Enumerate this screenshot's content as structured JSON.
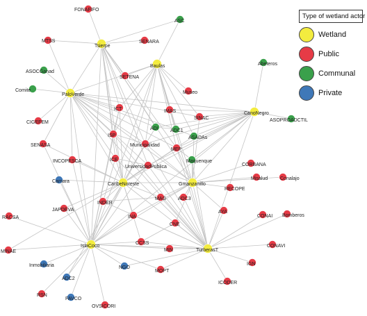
{
  "colors": {
    "Wetland": "#f3ec3f",
    "Public": "#e63b46",
    "Communal": "#3aa04b",
    "Private": "#3f78b8"
  },
  "legend": {
    "title": "Type of wetland actor",
    "items": [
      {
        "label": "Wetland",
        "type": "Wetland"
      },
      {
        "label": "Public",
        "type": "Public"
      },
      {
        "label": "Communal",
        "type": "Communal"
      },
      {
        "label": "Private",
        "type": "Private"
      }
    ]
  },
  "nodes": [
    {
      "id": "Tsierpe",
      "type": "Wetland"
    },
    {
      "id": "Baulas",
      "type": "Wetland"
    },
    {
      "id": "PaloVerde",
      "type": "Wetland"
    },
    {
      "id": "CanoNegro",
      "type": "Wetland"
    },
    {
      "id": "CaribeNoreste",
      "type": "Wetland"
    },
    {
      "id": "Gmanzanillo",
      "type": "Wetland"
    },
    {
      "id": "IslaCoco",
      "type": "Wetland"
    },
    {
      "id": "TurberasT",
      "type": "Wetland"
    },
    {
      "id": "FONAFIFO",
      "type": "Public"
    },
    {
      "id": "MTSS",
      "type": "Public"
    },
    {
      "id": "SENARA",
      "type": "Public"
    },
    {
      "id": "SETENA",
      "type": "Public"
    },
    {
      "id": "Museo",
      "type": "Public"
    },
    {
      "id": "CIGEFEM",
      "type": "Public"
    },
    {
      "id": "ICT",
      "type": "Public"
    },
    {
      "id": "IMAS",
      "type": "Public"
    },
    {
      "id": "SINAC",
      "type": "Public"
    },
    {
      "id": "SENASA",
      "type": "Public"
    },
    {
      "id": "ISP",
      "type": "Public"
    },
    {
      "id": "Municipalidad",
      "type": "Public"
    },
    {
      "id": "MEP",
      "type": "Public"
    },
    {
      "id": "INCOPESCA",
      "type": "Public"
    },
    {
      "id": "ICE",
      "type": "Public"
    },
    {
      "id": "UniversidadPublica",
      "type": "Public"
    },
    {
      "id": "CORBANA",
      "type": "Public"
    },
    {
      "id": "Misalud",
      "type": "Public"
    },
    {
      "id": "RECOPE",
      "type": "Public"
    },
    {
      "id": "Conalajo",
      "type": "Public"
    },
    {
      "id": "INDER",
      "type": "Public"
    },
    {
      "id": "MAG",
      "type": "Public"
    },
    {
      "id": "ADC3",
      "type": "Public"
    },
    {
      "id": "JAPDEVA",
      "type": "Public"
    },
    {
      "id": "INA",
      "type": "Public"
    },
    {
      "id": "AYA",
      "type": "Public"
    },
    {
      "id": "CONAI",
      "type": "Public"
    },
    {
      "id": "Bomberos",
      "type": "Public"
    },
    {
      "id": "RACSA",
      "type": "Public"
    },
    {
      "id": "CNE",
      "type": "Public"
    },
    {
      "id": "CCSS",
      "type": "Public"
    },
    {
      "id": "MINAE",
      "type": "Public"
    },
    {
      "id": "MIN",
      "type": "Public"
    },
    {
      "id": "CONAVI",
      "type": "Public"
    },
    {
      "id": "IGN",
      "type": "Public"
    },
    {
      "id": "MOPT",
      "type": "Public"
    },
    {
      "id": "ICODER",
      "type": "Public"
    },
    {
      "id": "RSN",
      "type": "Public"
    },
    {
      "id": "OVSICORI",
      "type": "Public"
    },
    {
      "id": "ASC",
      "type": "Communal"
    },
    {
      "id": "Abeteros",
      "type": "Communal"
    },
    {
      "id": "ASOCGanad",
      "type": "Communal"
    },
    {
      "id": "Comite",
      "type": "Communal"
    },
    {
      "id": "ADI",
      "type": "Communal"
    },
    {
      "id": "ADC1",
      "type": "Communal"
    },
    {
      "id": "ASADAs",
      "type": "Communal"
    },
    {
      "id": "ASOPROADCTIL",
      "type": "Communal"
    },
    {
      "id": "Maquenque",
      "type": "Communal"
    },
    {
      "id": "Camara",
      "type": "Private"
    },
    {
      "id": "Inmobiliaria",
      "type": "Private"
    },
    {
      "id": "NGO",
      "type": "Private"
    },
    {
      "id": "ADC2",
      "type": "Private"
    },
    {
      "id": "FAVCO",
      "type": "Private"
    }
  ],
  "edges": [
    [
      "Tsierpe",
      "FONAFIFO"
    ],
    [
      "Tsierpe",
      "MTSS"
    ],
    [
      "Tsierpe",
      "SENARA"
    ],
    [
      "Tsierpe",
      "ASC"
    ],
    [
      "Tsierpe",
      "SETENA"
    ],
    [
      "Tsierpe",
      "PaloVerde"
    ],
    [
      "Tsierpe",
      "ICT"
    ],
    [
      "Tsierpe",
      "ISP"
    ],
    [
      "Tsierpe",
      "ICE"
    ],
    [
      "Tsierpe",
      "CaribeNoreste"
    ],
    [
      "Tsierpe",
      "Municipalidad"
    ],
    [
      "Tsierpe",
      "ADI"
    ],
    [
      "Tsierpe",
      "IslaCoco"
    ],
    [
      "Tsierpe",
      "Gmanzanillo"
    ],
    [
      "Tsierpe",
      "MEP"
    ],
    [
      "Tsierpe",
      "UniversidadPublica"
    ],
    [
      "Baulas",
      "SETENA"
    ],
    [
      "Baulas",
      "ASC"
    ],
    [
      "Baulas",
      "Museo"
    ],
    [
      "Baulas",
      "PaloVerde"
    ],
    [
      "Baulas",
      "ICT"
    ],
    [
      "Baulas",
      "IMAS"
    ],
    [
      "Baulas",
      "SINAC"
    ],
    [
      "Baulas",
      "ADC1"
    ],
    [
      "Baulas",
      "ASADAs"
    ],
    [
      "Baulas",
      "Municipalidad"
    ],
    [
      "Baulas",
      "CaribeNoreste"
    ],
    [
      "Baulas",
      "Gmanzanillo"
    ],
    [
      "Baulas",
      "TurberasT"
    ],
    [
      "Baulas",
      "IslaCoco"
    ],
    [
      "Baulas",
      "MEP"
    ],
    [
      "Baulas",
      "ISP"
    ],
    [
      "PaloVerde",
      "ASOCGanad"
    ],
    [
      "PaloVerde",
      "Comite"
    ],
    [
      "PaloVerde",
      "CIGEFEM"
    ],
    [
      "PaloVerde",
      "MTSS"
    ],
    [
      "PaloVerde",
      "ICT"
    ],
    [
      "PaloVerde",
      "ISP"
    ],
    [
      "PaloVerde",
      "SENASA"
    ],
    [
      "PaloVerde",
      "Municipalidad"
    ],
    [
      "PaloVerde",
      "ADI"
    ],
    [
      "PaloVerde",
      "ADC1"
    ],
    [
      "PaloVerde",
      "MEP"
    ],
    [
      "PaloVerde",
      "CanoNegro"
    ],
    [
      "PaloVerde",
      "CaribeNoreste"
    ],
    [
      "PaloVerde",
      "Gmanzanillo"
    ],
    [
      "PaloVerde",
      "IslaCoco"
    ],
    [
      "PaloVerde",
      "INCOPESCA"
    ],
    [
      "PaloVerde",
      "UniversidadPublica"
    ],
    [
      "PaloVerde",
      "ICE"
    ],
    [
      "PaloVerde",
      "SINAC"
    ],
    [
      "PaloVerde",
      "TurberasT"
    ],
    [
      "CanoNegro",
      "Abeteros"
    ],
    [
      "CanoNegro",
      "ASOPROADCTIL"
    ],
    [
      "CanoNegro",
      "SINAC"
    ],
    [
      "CanoNegro",
      "IMAS"
    ],
    [
      "CanoNegro",
      "ADI"
    ],
    [
      "CanoNegro",
      "ADC1"
    ],
    [
      "CanoNegro",
      "ASADAs"
    ],
    [
      "CanoNegro",
      "MEP"
    ],
    [
      "CanoNegro",
      "Municipalidad"
    ],
    [
      "CanoNegro",
      "Maquenque"
    ],
    [
      "CanoNegro",
      "Gmanzanillo"
    ],
    [
      "CanoNegro",
      "CaribeNoreste"
    ],
    [
      "CanoNegro",
      "UniversidadPublica"
    ],
    [
      "CanoNegro",
      "IslaCoco"
    ],
    [
      "CanoNegro",
      "TurberasT"
    ],
    [
      "CaribeNoreste",
      "INCOPESCA"
    ],
    [
      "CaribeNoreste",
      "Camara"
    ],
    [
      "CaribeNoreste",
      "JAPDEVA"
    ],
    [
      "CaribeNoreste",
      "INDER"
    ],
    [
      "CaribeNoreste",
      "INA"
    ],
    [
      "CaribeNoreste",
      "MAG"
    ],
    [
      "CaribeNoreste",
      "ICE"
    ],
    [
      "CaribeNoreste",
      "ISP"
    ],
    [
      "CaribeNoreste",
      "ICT"
    ],
    [
      "CaribeNoreste",
      "UniversidadPublica"
    ],
    [
      "CaribeNoreste",
      "Municipalidad"
    ],
    [
      "CaribeNoreste",
      "Gmanzanillo"
    ],
    [
      "CaribeNoreste",
      "IslaCoco"
    ],
    [
      "CaribeNoreste",
      "TurberasT"
    ],
    [
      "CaribeNoreste",
      "CCSS"
    ],
    [
      "CaribeNoreste",
      "ADC2"
    ],
    [
      "CaribeNoreste",
      "SENASA"
    ],
    [
      "CaribeNoreste",
      "ADI"
    ],
    [
      "CaribeNoreste",
      "MEP"
    ],
    [
      "CaribeNoreste",
      "ASADAs"
    ],
    [
      "CaribeNoreste",
      "MINAE"
    ],
    [
      "Gmanzanillo",
      "CORBANA"
    ],
    [
      "Gmanzanillo",
      "Misalud"
    ],
    [
      "Gmanzanillo",
      "RECOPE"
    ],
    [
      "Gmanzanillo",
      "Conalajo"
    ],
    [
      "Gmanzanillo",
      "ADC3"
    ],
    [
      "Gmanzanillo",
      "MAG"
    ],
    [
      "Gmanzanillo",
      "AYA"
    ],
    [
      "Gmanzanillo",
      "CNE"
    ],
    [
      "Gmanzanillo",
      "Maquenque"
    ],
    [
      "Gmanzanillo",
      "MEP"
    ],
    [
      "Gmanzanillo",
      "ASADAs"
    ],
    [
      "Gmanzanillo",
      "Municipalidad"
    ],
    [
      "Gmanzanillo",
      "UniversidadPublica"
    ],
    [
      "Gmanzanillo",
      "TurberasT"
    ],
    [
      "Gmanzanillo",
      "IslaCoco"
    ],
    [
      "Gmanzanillo",
      "INA"
    ],
    [
      "Gmanzanillo",
      "SINAC"
    ],
    [
      "IslaCoco",
      "RACSA"
    ],
    [
      "IslaCoco",
      "MINAE"
    ],
    [
      "IslaCoco",
      "Inmobiliaria"
    ],
    [
      "IslaCoco",
      "ADC2"
    ],
    [
      "IslaCoco",
      "FAVCO"
    ],
    [
      "IslaCoco",
      "RSN"
    ],
    [
      "IslaCoco",
      "OVSICORI"
    ],
    [
      "IslaCoco",
      "NGO"
    ],
    [
      "IslaCoco",
      "CCSS"
    ],
    [
      "IslaCoco",
      "JAPDEVA"
    ],
    [
      "IslaCoco",
      "INDER"
    ],
    [
      "IslaCoco",
      "INA"
    ],
    [
      "IslaCoco",
      "INCOPESCA"
    ],
    [
      "IslaCoco",
      "Camara"
    ],
    [
      "IslaCoco",
      "MOPT"
    ],
    [
      "IslaCoco",
      "TurberasT"
    ],
    [
      "IslaCoco",
      "UniversidadPublica"
    ],
    [
      "IslaCoco",
      "ICE"
    ],
    [
      "IslaCoco",
      "Municipalidad"
    ],
    [
      "IslaCoco",
      "MIN"
    ],
    [
      "IslaCoco",
      "ICT"
    ],
    [
      "IslaCoco",
      "ISP"
    ],
    [
      "IslaCoco",
      "SENASA"
    ],
    [
      "TurberasT",
      "CONAVI"
    ],
    [
      "TurberasT",
      "IGN"
    ],
    [
      "TurberasT",
      "ICODER"
    ],
    [
      "TurberasT",
      "MOPT"
    ],
    [
      "TurberasT",
      "MIN"
    ],
    [
      "TurberasT",
      "CNE"
    ],
    [
      "TurberasT",
      "CONAI"
    ],
    [
      "TurberasT",
      "Bomberos"
    ],
    [
      "TurberasT",
      "AYA"
    ],
    [
      "TurberasT",
      "CCSS"
    ],
    [
      "TurberasT",
      "NGO"
    ],
    [
      "TurberasT",
      "INA"
    ],
    [
      "TurberasT",
      "MAG"
    ],
    [
      "TurberasT",
      "ADC3"
    ],
    [
      "TurberasT",
      "Municipalidad"
    ],
    [
      "TurberasT",
      "UniversidadPublica"
    ],
    [
      "TurberasT",
      "ISP"
    ],
    [
      "TurberasT",
      "ICE"
    ],
    [
      "TurberasT",
      "INDER"
    ],
    [
      "TurberasT",
      "MEP"
    ],
    [
      "TurberasT",
      "Maquenque"
    ],
    [
      "ICT",
      "ISP"
    ],
    [
      "ISP",
      "Municipalidad"
    ],
    [
      "ADI",
      "ADC1"
    ],
    [
      "ADC1",
      "ASADAs"
    ],
    [
      "MEP",
      "Maquenque"
    ],
    [
      "ICE",
      "UniversidadPublica"
    ],
    [
      "MAG",
      "INDER"
    ],
    [
      "CNE",
      "CCSS"
    ]
  ]
}
